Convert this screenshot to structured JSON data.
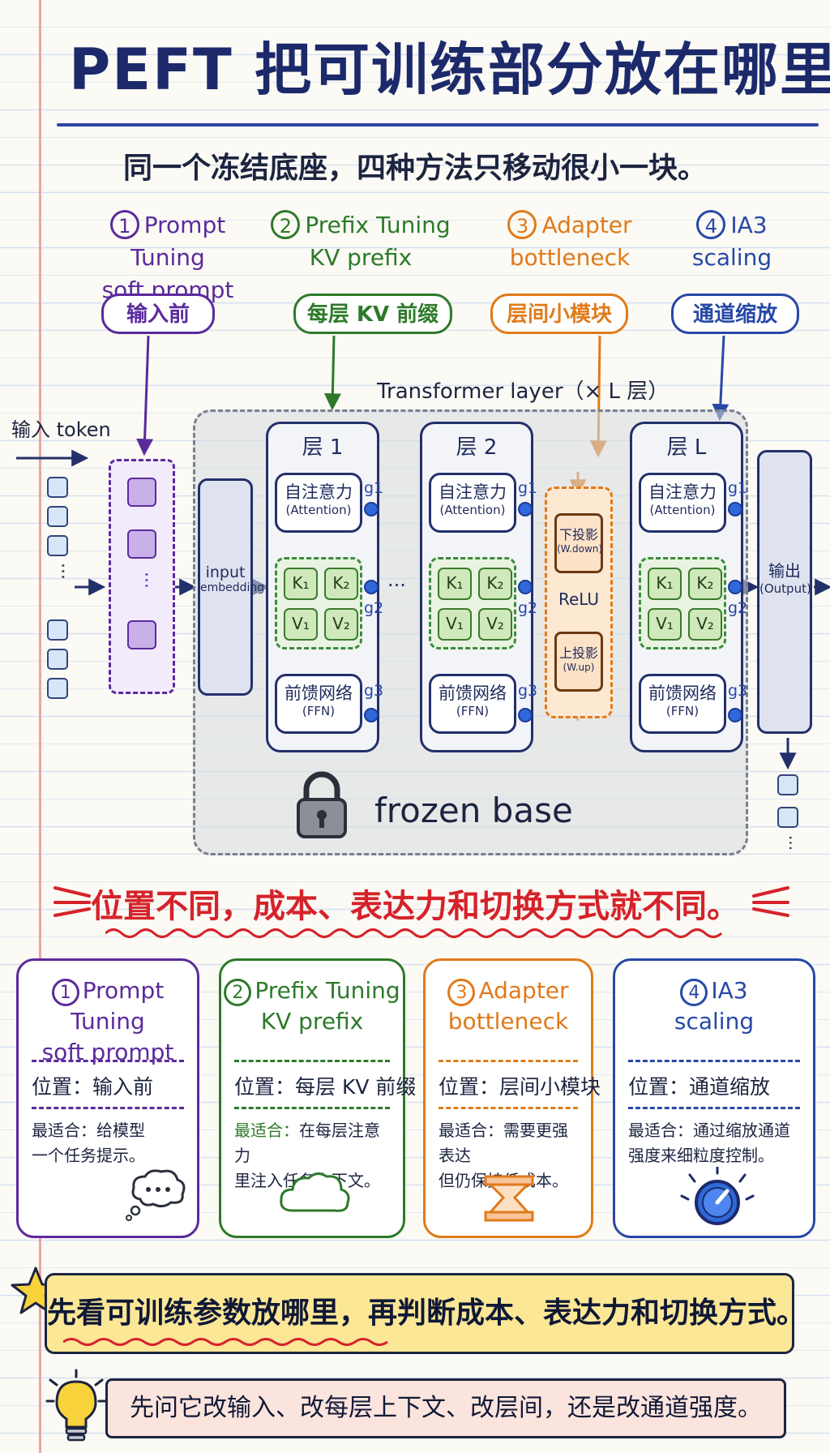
{
  "title": "PEFT 把可训练部分放在哪里",
  "subtitle": "同一个冻结底座，四种方法只移动很小一块。",
  "methods": [
    {
      "num": "1",
      "name": "Prompt Tuning",
      "sub": "soft prompt",
      "tag": "输入前",
      "color": "#5b2a9c"
    },
    {
      "num": "2",
      "name": "Prefix Tuning",
      "sub": "KV prefix",
      "tag": "每层 KV 前缀",
      "color": "#2d7a2a"
    },
    {
      "num": "3",
      "name": "Adapter",
      "sub": "bottleneck",
      "tag": "层间小模块",
      "color": "#e07a1a"
    },
    {
      "num": "4",
      "name": "IA3",
      "sub": "scaling",
      "tag": "通道缩放",
      "color": "#2748a8"
    }
  ],
  "diagram": {
    "input_label": "输入 token",
    "transformer_label": "Transformer layer（× L 层）",
    "embedding_label": "input embedding",
    "embedding_line1": "input",
    "embedding_line2": "embedding",
    "layers": [
      {
        "title": "层 1"
      },
      {
        "title": "层 2"
      },
      {
        "title": "层 L"
      }
    ],
    "attention": "自注意力",
    "attention_en": "(Attention)",
    "ffn": "前馈网络",
    "ffn_en": "(FFN)",
    "k1": "K₁",
    "k2": "K₂",
    "v1": "V₁",
    "v2": "V₂",
    "g1": "g1",
    "g2": "g2",
    "g3": "g3",
    "ellipsis": "···",
    "adapter_down": "下投影",
    "adapter_down_en": "(W.down)",
    "adapter_relu": "ReLU",
    "adapter_up": "上投影",
    "adapter_up_en": "(W.up)",
    "output": "输出",
    "output_en": "(Output)",
    "frozen_label": "frozen base"
  },
  "warning": "位置不同，成本、表达力和切换方式就不同。",
  "cards": [
    {
      "num": "1",
      "name": "Prompt Tuning",
      "sub": "soft prompt",
      "pos": "位置：输入前",
      "best_label": "最适合：",
      "best_text": "给模型",
      "best_text2": "一个任务提示。",
      "icon": "thought-bubble-icon"
    },
    {
      "num": "2",
      "name": "Prefix Tuning",
      "sub": "KV prefix",
      "pos": "位置：每层 KV 前缀",
      "best_label": "最适合：",
      "best_text": "在每层注意力",
      "best_text2": "里注入任务上下文。",
      "icon": "cloud-icon"
    },
    {
      "num": "3",
      "name": "Adapter",
      "sub": "bottleneck",
      "pos": "位置：层间小模块",
      "best_label": "最适合：",
      "best_text": "需要更强表达",
      "best_text2": "但仍保持低成本。",
      "icon": "hourglass-bottleneck-icon"
    },
    {
      "num": "4",
      "name": "IA3",
      "sub": "scaling",
      "pos": "位置：通道缩放",
      "best_label": "最适合：",
      "best_text": "通过缩放通道",
      "best_text2": "强度来细粒度控制。",
      "icon": "dial-knob-icon"
    }
  ],
  "banner": "先看可训练参数放哪里，再判断成本、表达力和切换方式。",
  "footer": "先问它改输入、改每层上下文、改层间，还是改通道强度。"
}
